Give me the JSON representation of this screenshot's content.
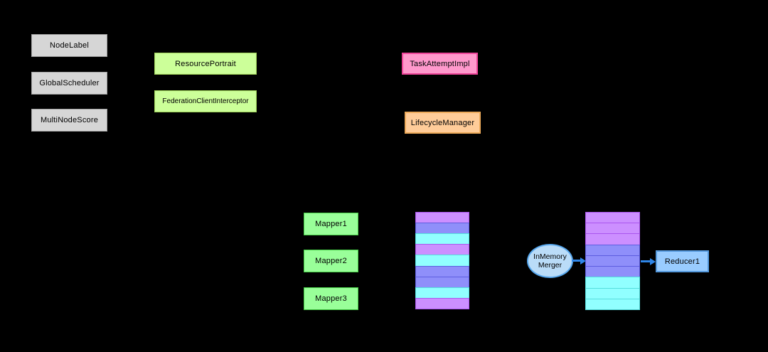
{
  "colors": {
    "canvas_bg": "#000000",
    "gray_fill": "#d6d6d6",
    "gray_border": "#a0a0a0",
    "lime_fill": "#ccff99",
    "lime_border": "#9acc55",
    "green_fill": "#99ff99",
    "green_border": "#44cc44",
    "pink_fill": "#ff99cc",
    "pink_border": "#ee4499",
    "orange_fill": "#ffcc99",
    "orange_border": "#edaa5a",
    "violet_fill": "#cc8fff",
    "violet_border": "#aa55ee",
    "periwinkle_fill": "#8f8ffa",
    "periwinkle_border": "#5d5de0",
    "cyan_fill": "#91ffff",
    "cyan_border": "#55dddd",
    "merger_fill": "#badcf8",
    "merger_border": "#58a8ee",
    "reducer_fill": "#99ccff",
    "reducer_border": "#5599dd",
    "arrow": "#2f86e8"
  },
  "nodes": {
    "node_label": "NodeLabel",
    "global_scheduler": "GlobalScheduler",
    "multi_node_score": "MultiNodeScore",
    "resource_portrait": "ResourcePortrait",
    "federation_client_interceptor": "FederationClientInterceptor",
    "task_attempt_impl": "TaskAttemptImpl",
    "lifecycle_manager": "LifecycleManager",
    "mapper1": "Mapper1",
    "mapper2": "Mapper2",
    "mapper3": "Mapper3",
    "in_memory_merger_line1": "InMemory",
    "in_memory_merger_line2": "Merger",
    "reducer1": "Reducer1"
  },
  "shuffle": {
    "map_output_segments": [
      "violet",
      "periwinkle",
      "cyan",
      "violet",
      "cyan",
      "periwinkle",
      "periwinkle",
      "cyan",
      "violet"
    ],
    "merged_segments": [
      "violet",
      "violet",
      "violet",
      "periwinkle",
      "periwinkle",
      "periwinkle",
      "cyan",
      "cyan",
      "cyan"
    ]
  }
}
